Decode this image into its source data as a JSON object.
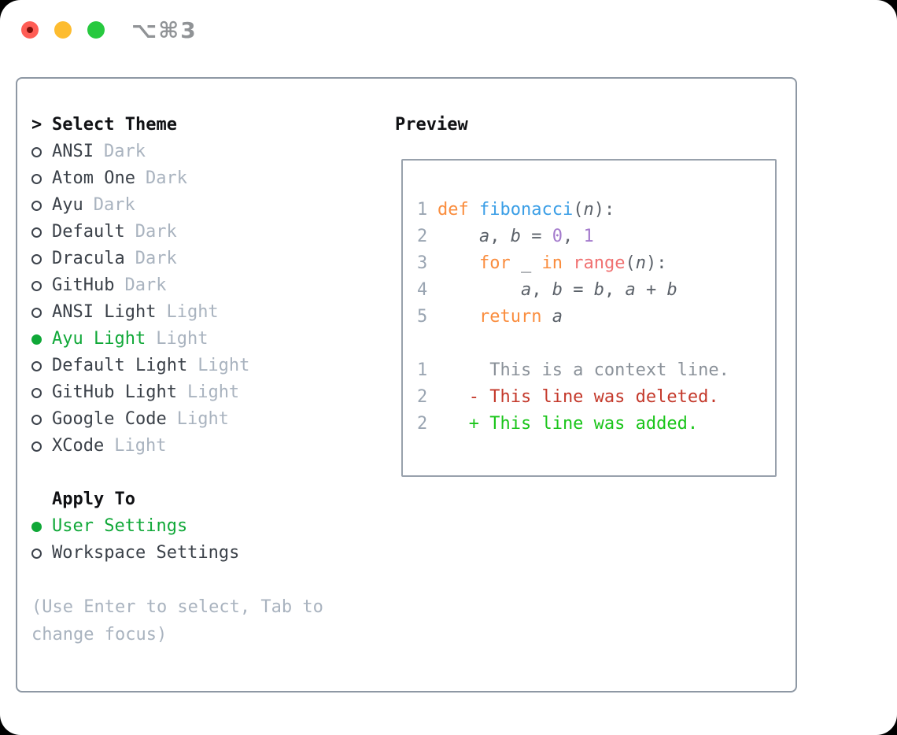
{
  "titlebar": {
    "shortcut": "⌥⌘3"
  },
  "colors": {
    "accent_green": "#10a838",
    "added_green": "#1ac51a",
    "deleted_red": "#c4392b",
    "keyword_orange": "#fa8d3e",
    "function_blue": "#3a9ee6",
    "number_purple": "#a37acc",
    "builtin_coral": "#f07171",
    "traffic_red": "#ff5d55",
    "traffic_yellow": "#fdbc2f",
    "traffic_green": "#27c93f"
  },
  "theme_selector": {
    "prompt": ">",
    "title": "Select Theme",
    "options": [
      {
        "name": "ANSI",
        "variant": "Dark",
        "selected": false
      },
      {
        "name": "Atom One",
        "variant": "Dark",
        "selected": false
      },
      {
        "name": "Ayu",
        "variant": "Dark",
        "selected": false
      },
      {
        "name": "Default",
        "variant": "Dark",
        "selected": false
      },
      {
        "name": "Dracula",
        "variant": "Dark",
        "selected": false
      },
      {
        "name": "GitHub",
        "variant": "Dark",
        "selected": false
      },
      {
        "name": "ANSI Light",
        "variant": "Light",
        "selected": false
      },
      {
        "name": "Ayu Light",
        "variant": "Light",
        "selected": true
      },
      {
        "name": "Default Light",
        "variant": "Light",
        "selected": false
      },
      {
        "name": "GitHub Light",
        "variant": "Light",
        "selected": false
      },
      {
        "name": "Google Code",
        "variant": "Light",
        "selected": false
      },
      {
        "name": "XCode",
        "variant": "Light",
        "selected": false
      }
    ]
  },
  "apply_to": {
    "title": "Apply To",
    "options": [
      {
        "label": "User Settings",
        "selected": true
      },
      {
        "label": "Workspace Settings",
        "selected": false
      }
    ]
  },
  "help_lines": [
    "(Use Enter to select, Tab to",
    "change focus)"
  ],
  "preview": {
    "title": "Preview",
    "lines": [
      {
        "num": "1",
        "tokens": [
          [
            "def",
            "kw"
          ],
          [
            " ",
            "pl"
          ],
          [
            "fibonacci",
            "fn"
          ],
          [
            "(",
            "pl"
          ],
          [
            "n",
            "var"
          ],
          [
            "):",
            "pl"
          ]
        ]
      },
      {
        "num": "2",
        "tokens": [
          [
            "    ",
            "pl"
          ],
          [
            "a",
            "var"
          ],
          [
            ", ",
            "pl"
          ],
          [
            "b",
            "var"
          ],
          [
            " = ",
            "pl"
          ],
          [
            "0",
            "nu"
          ],
          [
            ", ",
            "pl"
          ],
          [
            "1",
            "nu"
          ]
        ]
      },
      {
        "num": "3",
        "tokens": [
          [
            "    ",
            "pl"
          ],
          [
            "for",
            "kw"
          ],
          [
            " ",
            "pl"
          ],
          [
            "_",
            "var"
          ],
          [
            " ",
            "pl"
          ],
          [
            "in",
            "kw"
          ],
          [
            " ",
            "pl"
          ],
          [
            "range",
            "bi"
          ],
          [
            "(",
            "pl"
          ],
          [
            "n",
            "var"
          ],
          [
            "):",
            "pl"
          ]
        ]
      },
      {
        "num": "4",
        "tokens": [
          [
            "        ",
            "pl"
          ],
          [
            "a",
            "var"
          ],
          [
            ", ",
            "pl"
          ],
          [
            "b",
            "var"
          ],
          [
            " = ",
            "pl"
          ],
          [
            "b",
            "var"
          ],
          [
            ", ",
            "pl"
          ],
          [
            "a",
            "var"
          ],
          [
            " + ",
            "pl"
          ],
          [
            "b",
            "var"
          ]
        ]
      },
      {
        "num": "5",
        "tokens": [
          [
            "    ",
            "pl"
          ],
          [
            "return",
            "kw"
          ],
          [
            " ",
            "pl"
          ],
          [
            "a",
            "var"
          ]
        ]
      },
      {
        "num": "",
        "tokens": []
      },
      {
        "num": "1",
        "tokens": [
          [
            "     This is a context line.",
            "ctx"
          ]
        ]
      },
      {
        "num": "2",
        "tokens": [
          [
            "   - This line was deleted.",
            "del"
          ]
        ]
      },
      {
        "num": "2",
        "tokens": [
          [
            "   + This line was added.",
            "add"
          ]
        ]
      }
    ]
  }
}
